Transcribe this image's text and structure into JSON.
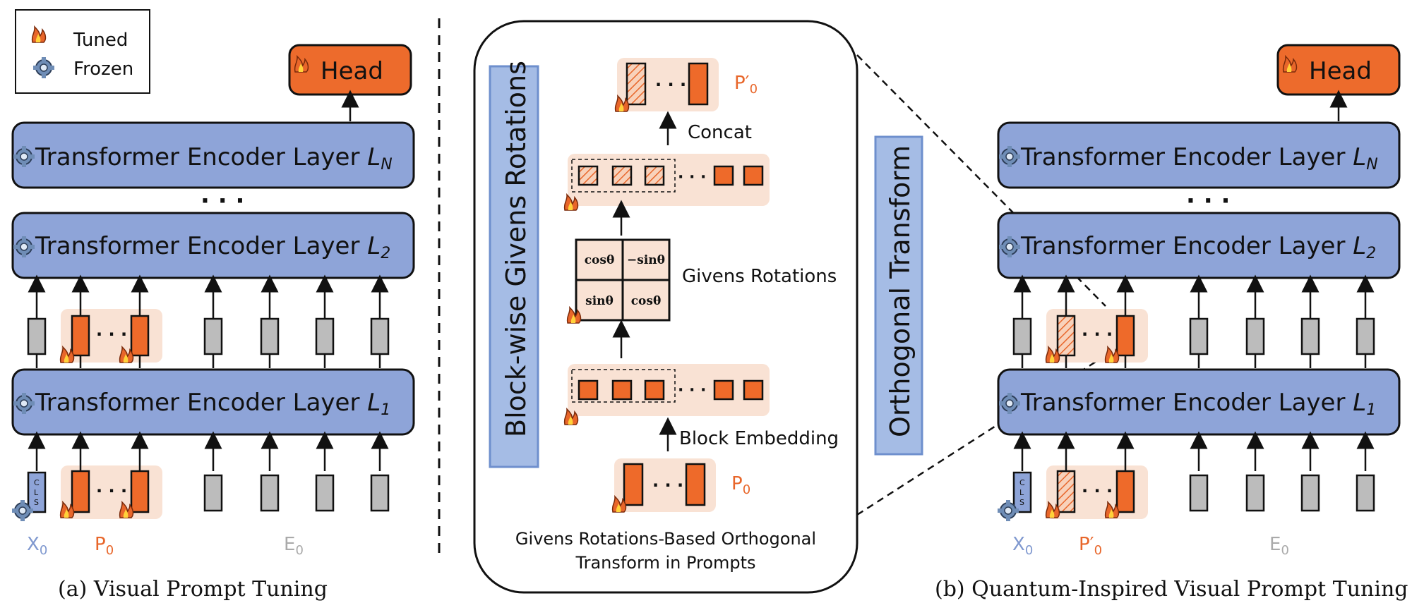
{
  "legend": {
    "tuned": "Tuned",
    "frozen": "Frozen"
  },
  "left": {
    "head": "Head",
    "layer_top": "Transformer Encoder Layer ",
    "layer_top_sub": "L",
    "layer_top_idx": "N",
    "layer_mid": "Transformer Encoder Layer ",
    "layer_mid_sub": "L",
    "layer_mid_idx": "2",
    "layer_bot": "Transformer Encoder Layer ",
    "layer_bot_sub": "L",
    "layer_bot_idx": "1",
    "dots": "· · ·",
    "x0": "X",
    "x0_sub": "0",
    "p0": "P",
    "p0_sub": "0",
    "e0": "E",
    "e0_sub": "0",
    "cls": "C L S",
    "caption": "(a) Visual Prompt Tuning"
  },
  "middle": {
    "title_vertical": "Block-wise Givens Rotations",
    "concat": "Concat",
    "givens": "Givens  Rotations",
    "block_embedding": "Block Embedding",
    "p0_prime": "P′",
    "p0_prime_sub": "0",
    "p0": "P",
    "p0_sub": "0",
    "matrix": [
      "cosθ",
      "−sinθ",
      "sinθ",
      "cosθ"
    ],
    "caption_line1": "Givens Rotations-Based Orthogonal",
    "caption_line2": "Transform in Prompts"
  },
  "orthogonal_label": "Orthogonal Transform",
  "right": {
    "head": "Head",
    "layer_top": "Transformer Encoder Layer ",
    "layer_top_sub": "L",
    "layer_top_idx": "N",
    "layer_mid": "Transformer Encoder Layer ",
    "layer_mid_sub": "L",
    "layer_mid_idx": "2",
    "layer_bot": "Transformer Encoder Layer ",
    "layer_bot_sub": "L",
    "layer_bot_idx": "1",
    "dots": "· · ·",
    "x0": "X",
    "x0_sub": "0",
    "p0": "P′",
    "p0_sub": "0",
    "e0": "E",
    "e0_sub": "0",
    "cls": "C L S",
    "caption": "(b) Quantum-Inspired Visual Prompt Tuning"
  },
  "colors": {
    "encoder_fill": "#8ea4d8",
    "head_fill": "#ed6b2c",
    "prompt_fill": "#ee6a2a",
    "token_gray": "#bcbcbc",
    "prompt_bg": "#f9e2d4",
    "vertical_label_fill": "#9fb6e0"
  }
}
